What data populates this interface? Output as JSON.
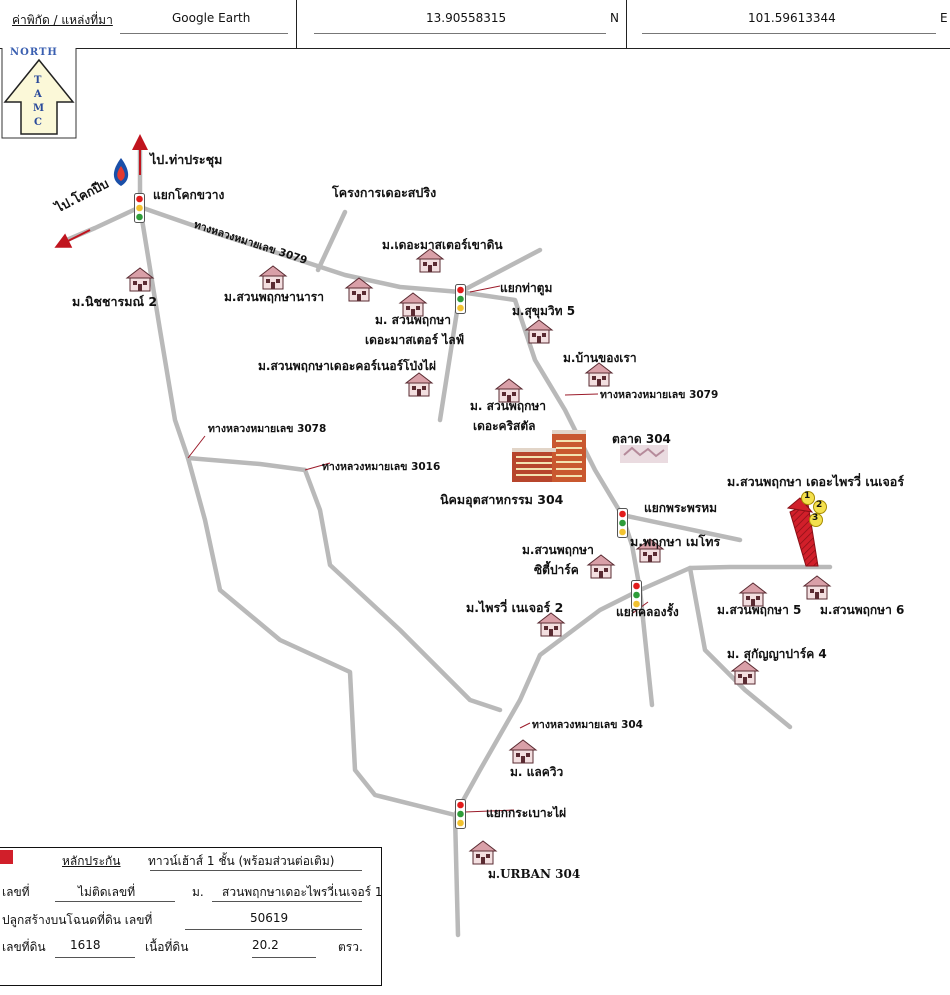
{
  "header": {
    "coord_source_label": "ค่าพิกัด / แหล่งที่มา",
    "source": "Google Earth",
    "latitude": "13.90558315",
    "lat_dir": "N",
    "longitude": "101.59613344",
    "lon_dir": "E"
  },
  "north_arrow": {
    "title": "NORTH",
    "letters": [
      "T",
      "A",
      "M",
      "C"
    ]
  },
  "places": {
    "to_tha_prachum": "ไป.ท่าประชุม",
    "to_khok_pip": "ไป.โคกปีบ",
    "khok_khwang_junction": "แยกโคกขวาง",
    "spring_project": "โครงการเดอะสปริง",
    "highway_3079_a": "ทางหลวงหมายเลข 3079",
    "the_master_khao_din": "ม.เดอะมาสเตอร์เขาดิน",
    "tha_tum_junction": "แยกท่าตูม",
    "nitcharn_2": "ม.นิชชารมณ์ 2",
    "suan_phruksa_nara": "ม.สวนพฤกษานารา",
    "suan_phruksa_master_life_1": "ม. สวนพฤกษา",
    "suan_phruksa_master_life_2": "เดอะมาสเตอร์ ไลฟ์",
    "sukhumvit_5": "ม.สุขุมวิท 5",
    "ban_khong_rao": "ม.บ้านของเรา",
    "corner_pine": "ม.สวนพฤกษาเดอะคอร์เนอร์โป่งไผ่",
    "highway_3079_b": "ทางหลวงหมายเลข 3079",
    "crystal_1": "ม. สวนพฤกษา",
    "crystal_2": "เดอะคริสตัล",
    "highway_3078": "ทางหลวงหมายเลข 3078",
    "talat_304": "ตลาด 304",
    "highway_3016": "ทางหลวงหมายเลข 3016",
    "prairie_pleasure": "ม.สวนพฤกษา เดอะไพรวี่ เนเจอร์",
    "industrial_304": "นิคมอุตสาหกรรม 304",
    "phra_phrom_junction": "แยกพระพรหม",
    "phruksa_metro": "ม.พฤกษา เมโทร",
    "city_park_1": "ม.สวนพฤกษา",
    "city_park_2": "ซิตี้ปาร์ค",
    "khlong_rang_junction": "แยกคลองรั้ง",
    "prairie_nature_2": "ม.ไพรวี่ เนเจอร์ 2",
    "suan_phruksa_5": "ม.สวนพฤกษา 5",
    "suan_phruksa_6": "ม.สวนพฤกษา 6",
    "sukanya_park_4": "ม. สุกัญญาปาร์ค 4",
    "highway_304": "ทางหลวงหมายเลข 304",
    "lake_view": "ม. แลควิว",
    "kra_bao_phai_junction": "แยกกระเบาะไผ่",
    "urban_304": "ม.URBAN 304",
    "marker_1": "1",
    "marker_2": "2",
    "marker_3": "3"
  },
  "info_box": {
    "collateral_label": "หลักประกัน",
    "collateral_value": "ทาวน์เฮ้าส์ 1 ชั้น (พร้อมส่วนต่อเติม)",
    "house_no_label": "เลขที่",
    "house_no_value": "ไม่ติดเลขที่",
    "village_label": "ม.",
    "village_value": "สวนพฤกษาเดอะไพรวี่เนเจอร์ 1",
    "deed_label": "ปลูกสร้างบนโฉนดที่ดิน เลขที่",
    "deed_value": "50619",
    "land_no_label": "เลขที่ดิน",
    "land_no_value": "1618",
    "area_label": "เนื้อที่ดิน",
    "area_value": "20.2",
    "area_unit": "ตรว."
  },
  "colors": {
    "road": "#b9b9b9",
    "marker_red": "#d11f2a",
    "arrow_red": "#c0141e",
    "marker_yellow": "#f4e04d"
  }
}
